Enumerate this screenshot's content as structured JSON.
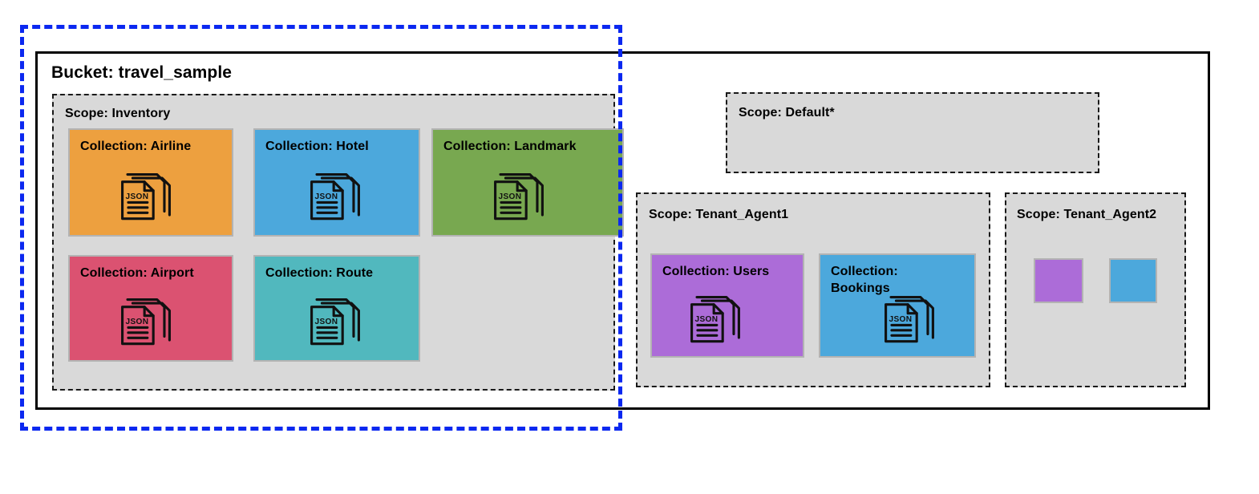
{
  "bucket": {
    "title": "Bucket: travel_sample",
    "border_color": "#000000"
  },
  "highlight": {
    "name": "blue-dashed-selection",
    "color": "#0b28f0",
    "style": "dashed"
  },
  "colors": {
    "scope_fill": "#d9d9d9",
    "scope_border": "#1a1a1a",
    "orange": "#eda03f",
    "blue": "#4ca8dc",
    "green": "#78a850",
    "red": "#db5271",
    "teal": "#51b8be",
    "purple": "#ac6cd8",
    "card_border": "#b3b3b3"
  },
  "scopes": [
    {
      "id": "inventory",
      "title": "Scope: Inventory",
      "collections": [
        {
          "id": "airline",
          "label": "Collection: Airline",
          "color": "#eda03f",
          "icon": "json-documents-icon"
        },
        {
          "id": "hotel",
          "label": "Collection: Hotel",
          "color": "#4ca8dc",
          "icon": "json-documents-icon"
        },
        {
          "id": "landmark",
          "label": "Collection: Landmark",
          "color": "#78a850",
          "icon": "json-documents-icon"
        },
        {
          "id": "airport",
          "label": "Collection: Airport",
          "color": "#db5271",
          "icon": "json-documents-icon"
        },
        {
          "id": "route",
          "label": "Collection: Route",
          "color": "#51b8be",
          "icon": "json-documents-icon"
        }
      ]
    },
    {
      "id": "default",
      "title": "Scope: Default*",
      "collections": []
    },
    {
      "id": "tenant1",
      "title": "Scope: Tenant_Agent1",
      "collections": [
        {
          "id": "users",
          "label": "Collection: Users",
          "color": "#ac6cd8",
          "icon": "json-documents-icon"
        },
        {
          "id": "bookings",
          "label": "Collection: Bookings",
          "color": "#4ca8dc",
          "icon": "json-documents-icon"
        }
      ]
    },
    {
      "id": "tenant2",
      "title": "Scope: Tenant_Agent2",
      "swatches": [
        {
          "id": "swatch-1",
          "color": "#ac6cd8",
          "label": ""
        },
        {
          "id": "swatch-2",
          "color": "#4ca8dc",
          "label": ""
        }
      ]
    }
  ],
  "icon_text": "JSON"
}
